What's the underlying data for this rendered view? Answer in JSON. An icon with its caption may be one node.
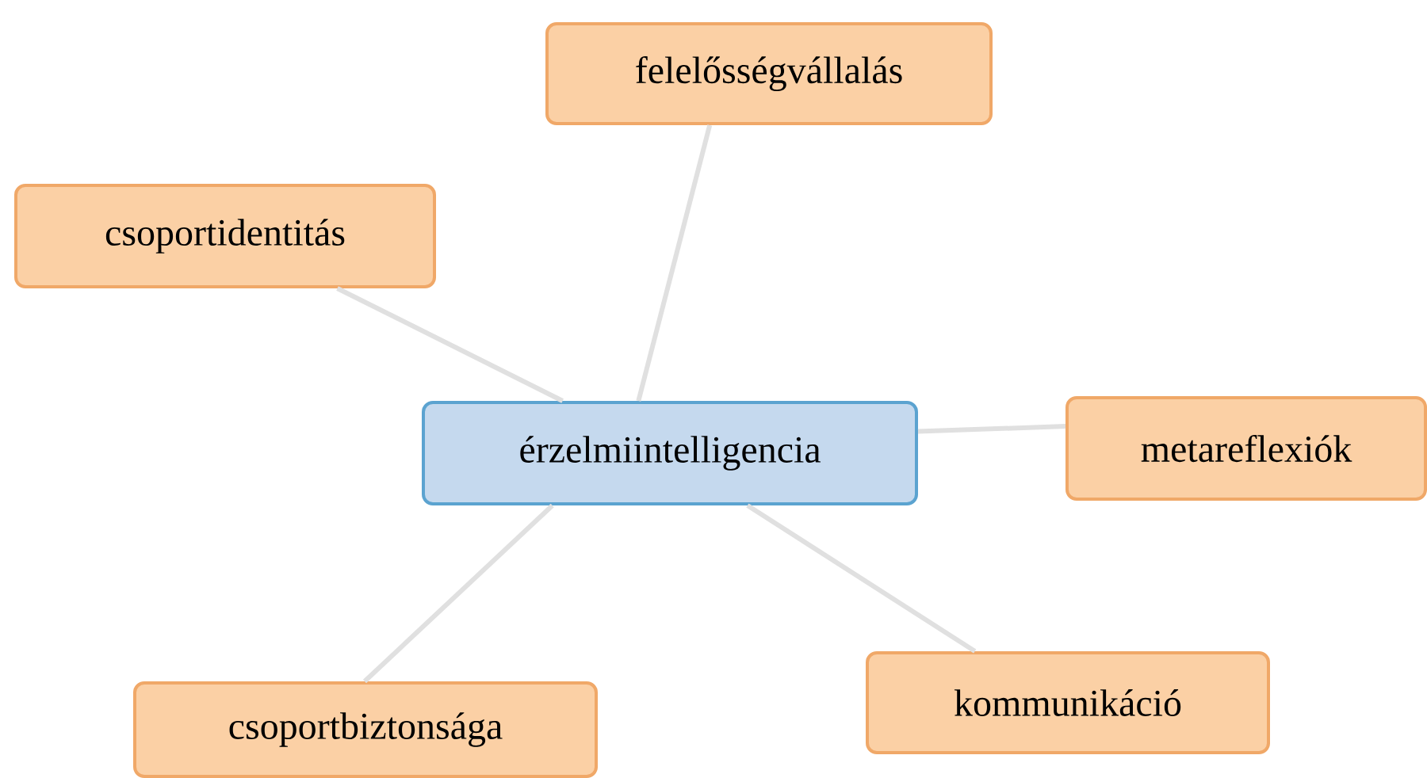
{
  "diagram": {
    "nodes": [
      {
        "text": [
          "érzelmiintelligencia"
        ]
      },
      {
        "text": [
          "felelősségvállalás"
        ]
      },
      {
        "text": [
          "csoportidentitás"
        ]
      },
      {
        "text": [
          "metareflexiók"
        ]
      },
      {
        "text": [
          "kommunikáció"
        ]
      },
      {
        "text": [
          "csoportbiztonsága"
        ]
      }
    ],
    "edges": [
      {
        "from": 0,
        "to": 1,
        "arrow": "none"
      },
      {
        "from": 0,
        "to": 2,
        "arrow": "none"
      },
      {
        "from": 0,
        "to": 3,
        "arrow": "none"
      },
      {
        "from": 0,
        "to": 4,
        "arrow": "none"
      },
      {
        "from": 0,
        "to": 5,
        "arrow": "none"
      }
    ]
  }
}
